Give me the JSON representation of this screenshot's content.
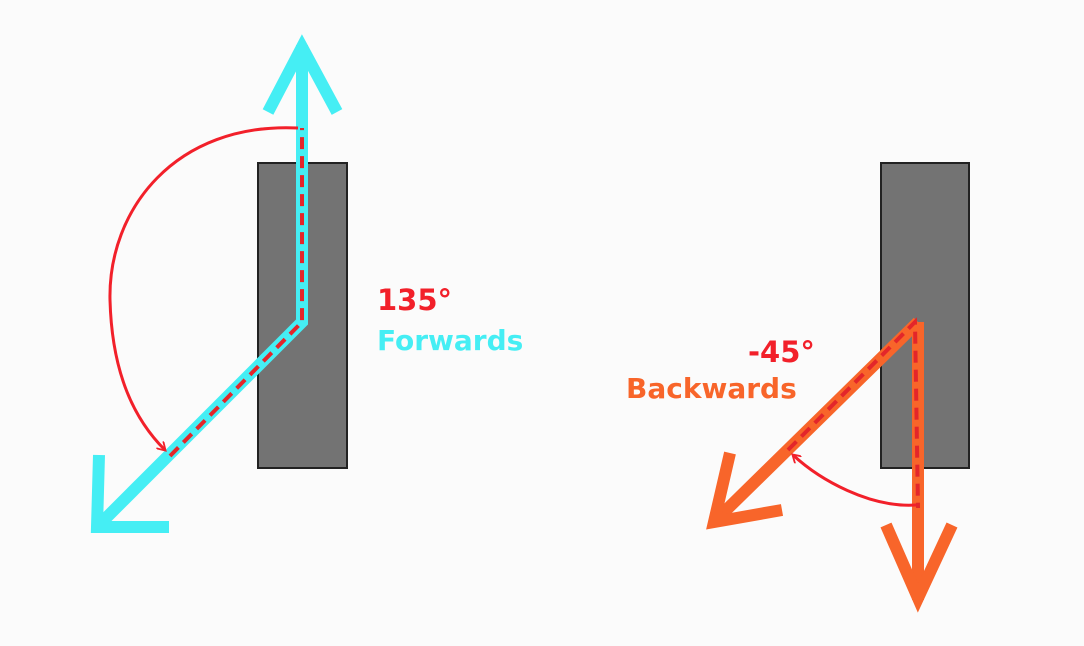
{
  "colors": {
    "background": "#fbfbfb",
    "block": "#737373",
    "forward_arrow": "#45eef4",
    "angle_arc": "#f2202a",
    "backward_arrow": "#f8652a"
  },
  "left_panel": {
    "angle_label": "135°",
    "direction_label": "Forwards"
  },
  "right_panel": {
    "angle_label": "-45°",
    "direction_label": "Backwards"
  }
}
